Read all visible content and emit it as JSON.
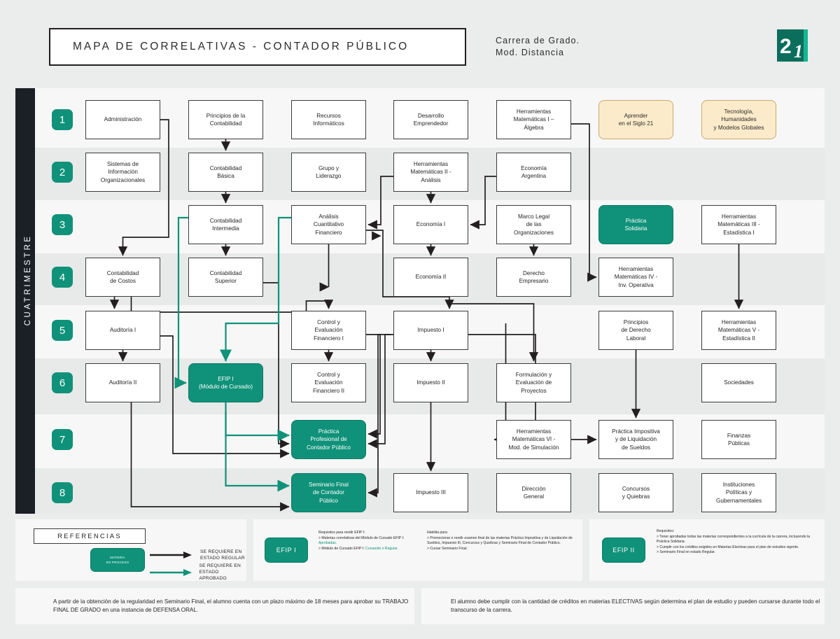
{
  "header": {
    "title": "MAPA DE CORRELATIVAS - CONTADOR PÚBLICO",
    "subtitle_line1": "Carrera de Grado.",
    "subtitle_line2": "Mod. Distancia",
    "logo_text": "21",
    "logo_icon": "university-21-logo"
  },
  "map": {
    "axis_label": "CUATRIMESTRE",
    "semesters": [
      "1",
      "2",
      "3",
      "4",
      "5",
      "6",
      "7",
      "8"
    ],
    "nodes": [
      {
        "id": "administracion",
        "label": "Administración",
        "row": 1,
        "col": 1,
        "style": "plainbox"
      },
      {
        "id": "principios-contabilidad",
        "label": "Principios de la\nContabilidad",
        "row": 1,
        "col": 2,
        "style": "plainbox"
      },
      {
        "id": "recursos-informaticos",
        "label": "Recursos\nInformáticos",
        "row": 1,
        "col": 3,
        "style": "plainbox"
      },
      {
        "id": "desarrollo-emprendedor",
        "label": "Desarrollo\nEmprendedor",
        "row": 1,
        "col": 4,
        "style": "plainbox"
      },
      {
        "id": "hm1-algebra",
        "label": "Herramientas\nMatemáticas I –\nÁlgebra",
        "row": 1,
        "col": 5,
        "style": "plainbox"
      },
      {
        "id": "aprender-siglo-21",
        "label": "Aprender\nen el Siglo 21",
        "row": 1,
        "col": 6,
        "style": "cream"
      },
      {
        "id": "tecnologia-humanidades",
        "label": "Tecnología,\nHumanidades\ny Modelos Globales",
        "row": 1,
        "col": 7,
        "style": "cream"
      },
      {
        "id": "sistemas-informacion",
        "label": "Sistemas de\nInformación\nOrganizacionales",
        "row": 2,
        "col": 1,
        "style": "plainbox"
      },
      {
        "id": "contabilidad-basica",
        "label": "Contabilidad\nBásica",
        "row": 2,
        "col": 2,
        "style": "plainbox"
      },
      {
        "id": "grupo-liderazgo",
        "label": "Grupo y\nLiderazgo",
        "row": 2,
        "col": 3,
        "style": "plainbox"
      },
      {
        "id": "hm2-analisis",
        "label": "Herramientas\nMatemáticas II -\nAnálisis",
        "row": 2,
        "col": 4,
        "style": "plainbox"
      },
      {
        "id": "economia-argentina",
        "label": "Economía\nArgentina",
        "row": 2,
        "col": 5,
        "style": "plainbox"
      },
      {
        "id": "contabilidad-intermedia",
        "label": "Contabilidad\nIntermedia",
        "row": 3,
        "col": 2,
        "style": "plainbox"
      },
      {
        "id": "analisis-cuantitativo",
        "label": "Análisis\nCuantitativo\nFinanciero",
        "row": 3,
        "col": 3,
        "style": "plainbox"
      },
      {
        "id": "economia-1",
        "label": "Economía I",
        "row": 3,
        "col": 4,
        "style": "plainbox"
      },
      {
        "id": "marco-legal",
        "label": "Marco Legal\nde las\nOrganizaciones",
        "row": 3,
        "col": 5,
        "style": "plainbox"
      },
      {
        "id": "practica-solidaria",
        "label": "Práctica\nSolidaria",
        "row": 3,
        "col": 6,
        "style": "green"
      },
      {
        "id": "hm3-estadistica1",
        "label": "Herramientas\nMatemáticas III -\nEstadística I",
        "row": 3,
        "col": 7,
        "style": "plainbox"
      },
      {
        "id": "contabilidad-costos",
        "label": "Contabilidad\nde Costos",
        "row": 4,
        "col": 1,
        "style": "plainbox"
      },
      {
        "id": "contabilidad-superior",
        "label": "Contabilidad\nSuperior",
        "row": 4,
        "col": 2,
        "style": "plainbox"
      },
      {
        "id": "economia-2",
        "label": "Economía II",
        "row": 4,
        "col": 4,
        "style": "plainbox"
      },
      {
        "id": "derecho-empresario",
        "label": "Derecho\nEmpresario",
        "row": 4,
        "col": 5,
        "style": "plainbox"
      },
      {
        "id": "hm4-inv-operativa",
        "label": "Herramientas\nMatemáticas IV -\nInv. Operativa",
        "row": 4,
        "col": 6,
        "style": "plainbox"
      },
      {
        "id": "auditoria-1",
        "label": "Auditoría I",
        "row": 5,
        "col": 1,
        "style": "plainbox"
      },
      {
        "id": "control-evaluacion-1",
        "label": "Control y\nEvaluación\nFinanciero I",
        "row": 5,
        "col": 3,
        "style": "plainbox"
      },
      {
        "id": "impuesto-1",
        "label": "Impuesto I",
        "row": 5,
        "col": 4,
        "style": "plainbox"
      },
      {
        "id": "principios-derecho-laboral",
        "label": "Principios\nde Derecho\nLaboral",
        "row": 5,
        "col": 6,
        "style": "plainbox"
      },
      {
        "id": "hm5-estadistica2",
        "label": "Herramientas\nMatemáticas V -\nEstadística II",
        "row": 5,
        "col": 7,
        "style": "plainbox"
      },
      {
        "id": "auditoria-2",
        "label": "Auditoría II",
        "row": 6,
        "col": 1,
        "style": "plainbox"
      },
      {
        "id": "efip-1-modulo",
        "label": "EFIP I\n(Módulo de Cursado)",
        "row": 6,
        "col": 2,
        "style": "green"
      },
      {
        "id": "control-evaluacion-2",
        "label": "Control y\nEvaluación\nFinanciero II",
        "row": 6,
        "col": 3,
        "style": "plainbox"
      },
      {
        "id": "impuesto-2",
        "label": "Impuesto II",
        "row": 6,
        "col": 4,
        "style": "plainbox"
      },
      {
        "id": "formulacion-proyectos",
        "label": "Formulación y\nEvaluación de\nProyectos",
        "row": 6,
        "col": 5,
        "style": "plainbox"
      },
      {
        "id": "sociedades",
        "label": "Sociedades",
        "row": 6,
        "col": 7,
        "style": "plainbox"
      },
      {
        "id": "practica-profesional",
        "label": "Práctica\nProfesional de\nContador Público",
        "row": 7,
        "col": 3,
        "style": "green"
      },
      {
        "id": "hm6-simulacion",
        "label": "Herramientas\nMatemáticas VI -\nMod. de Simulación",
        "row": 7,
        "col": 5,
        "style": "plainbox"
      },
      {
        "id": "practica-impositiva",
        "label": "Práctica Impositiva\ny de Liquidación\nde Sueldos",
        "row": 7,
        "col": 6,
        "style": "plainbox"
      },
      {
        "id": "finanzas-publicas",
        "label": "Finanzas\nPúblicas",
        "row": 7,
        "col": 7,
        "style": "plainbox"
      },
      {
        "id": "seminario-final",
        "label": "Seminario Final\nde Contador\nPúblico",
        "row": 8,
        "col": 3,
        "style": "green"
      },
      {
        "id": "impuesto-3",
        "label": "Impuesto III",
        "row": 8,
        "col": 4,
        "style": "plainbox"
      },
      {
        "id": "direccion-general",
        "label": "Dirección\nGeneral",
        "row": 8,
        "col": 5,
        "style": "plainbox"
      },
      {
        "id": "concursos-quiebras",
        "label": "Concursos\ny Quiebras",
        "row": 8,
        "col": 6,
        "style": "plainbox"
      },
      {
        "id": "instituciones-politicas",
        "label": "Instituciones\nPolíticas y\nGubernamentales",
        "row": 8,
        "col": 7,
        "style": "plainbox"
      }
    ]
  },
  "legend": {
    "title": "REFERENCIAS",
    "chip_line1": "MATERIA",
    "chip_line2": "EN PROCESO",
    "arrow_black_line1": "SE REQUIERE EN",
    "arrow_black_line2": "ESTADO REGULAR",
    "arrow_green_line1": "SE REQUIERE EN",
    "arrow_green_line2": "ESTADO APROBADO",
    "efip1_chip": "EFIP I",
    "efip1_heading": "Requisitos para rendir EFIP I:",
    "efip1_b1_pre": "> Materias correlativas del Módulo de Cursado EFIP I: ",
    "efip1_b1_hi": "Aprobadas.",
    "efip1_b2_pre": "> Módulo de Cursado EFIP I: ",
    "efip1_b2_hi": "Cursando o Regular.",
    "efip1_right_heading": "Habilita para:",
    "efip1_right_b1": "> Promocionar o rendir examen final de las materias Práctica Impositiva y de Liquidación de Sueldos, Impuesto III, Concursos y Quiebras y Seminario Final de Contador Público.",
    "efip1_right_b2": "> Cursar Seminario Final.",
    "efip2_chip": "EFIP II",
    "efip2_heading": "Requisitos:",
    "efip2_b1": "> Tener aprobadas todas las materias correspondientes a la currícula de la carrera, incluyendo la Práctica Solidaria.",
    "efip2_b2": "> Cumplir con los créditos exigidos en Materias Electivas para el plan de estudios vigente.",
    "efip2_b3": "> Seminario Final en estado Regular."
  },
  "footer": {
    "note_left": "A partir de la obtención de la regularidad en Seminario Final, el alumno cuenta con un plazo máximo de 18 meses para aprobar su TRABAJO FINAL DE GRADO en una instancia de DEFENSA ORAL.",
    "note_right": "El alumno debe cumplir con la cantidad de créditos en materias ELECTIVAS según determina el plan de estudio y pueden cursarse durante todo el transcurso de la carrera."
  },
  "colors": {
    "green": "#0f9279",
    "cream": "#fcebca",
    "dark": "#1b2027"
  }
}
